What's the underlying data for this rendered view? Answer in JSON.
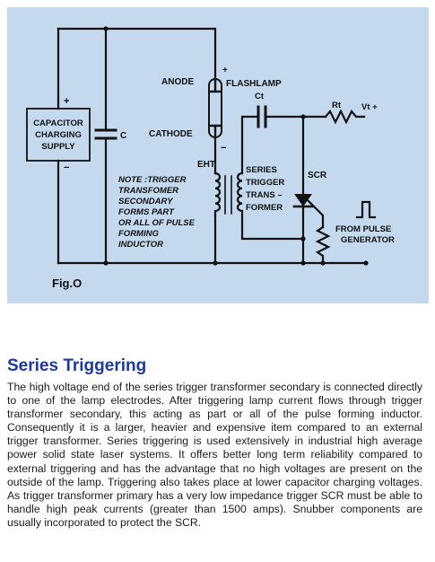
{
  "figure": {
    "fig_label": "Fig.O",
    "labels": {
      "capacitor_supply": [
        "CAPACITOR",
        "CHARGING",
        "SUPPLY"
      ],
      "supply_plus": "+",
      "supply_minus": "−",
      "capacitor_c": "C",
      "anode": "ANODE",
      "flashlamp": "FLASHLAMP",
      "lamp_plus": "+",
      "cathode": "CATHODE",
      "lamp_minus": "−",
      "eht": "EHT",
      "ct": "Ct",
      "rt": "Rt",
      "vt": "Vt +",
      "series_trigger": [
        "SERIES",
        "TRIGGER",
        "TRANS –",
        "FORMER"
      ],
      "scr": "SCR",
      "from_pulse": [
        "FROM PULSE",
        "GENERATOR"
      ],
      "note": [
        "NOTE :TRIGGER",
        "TRANSFOMER",
        "SECONDARY",
        "FORMS PART",
        "OR ALL OF PULSE",
        "FORMING",
        "INDUCTOR"
      ]
    },
    "colors": {
      "panel_bg": "#c5d9ee",
      "wire": "#111111"
    }
  },
  "article": {
    "title": "Series Triggering",
    "body": "The high voltage end of the series trigger transformer secondary is connected directly to one of the lamp electrodes. After triggering lamp current flows through trigger transformer secondary, this acting as part or all of the pulse forming inductor. Consequently it is a larger, heavier and expensive item compared to an external trigger transformer. Series triggering is used extensively in industrial high average power solid state laser systems. It offers better long term reliability compared to external triggering and has the advantage that no high voltages are present on the outside of the lamp. Triggering also takes place at lower capacitor charging voltages. As trigger transformer primary has a very low impedance trigger SCR must be able to handle high peak currents (greater than 1500 amps). Snubber components are usually incorporated to protect the SCR."
  }
}
